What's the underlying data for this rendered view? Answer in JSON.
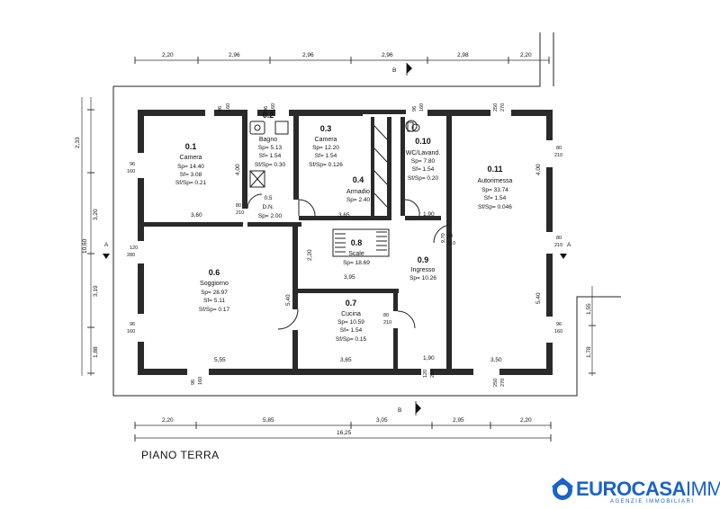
{
  "plan_title": "PIANO TERRA",
  "section_markers": {
    "b": "B",
    "a": "A"
  },
  "top_dimensions": [
    "2,20",
    "2,96",
    "2,96",
    "2,96",
    "2,98",
    "2,20"
  ],
  "bottom_dimensions": [
    "2,20",
    "5,85",
    "3,05",
    "2,95",
    "2,20"
  ],
  "bottom_total": "16,25",
  "left_dimensions": [
    "2,33",
    "3,20",
    "3,19",
    "1,88"
  ],
  "left_total": "10,60",
  "right_dimensions": [
    "1,55",
    "1,78"
  ],
  "rooms": {
    "r01": {
      "id": "0.1",
      "name": "Camera",
      "sp": "Sp= 14.40",
      "sf": "Sf= 3.08",
      "ratio": "Sf/Sp= 0.21"
    },
    "r02": {
      "id": "0.2",
      "name": "Bagno",
      "sp": "Sp= 5.13",
      "sf": "Sf= 1.54",
      "ratio": "Sf/Sp= 0.30"
    },
    "r03": {
      "id": "0.3",
      "name": "Camera",
      "sp": "Sp= 12.20",
      "sf": "Sf= 1.54",
      "ratio": "Sf/Sp= 0.126"
    },
    "r04": {
      "id": "0.4",
      "name": "Armadio",
      "sp": "Sp= 2.40"
    },
    "r05": {
      "id": "0.5",
      "name": "D.N.",
      "sp": "Sp= 2.00"
    },
    "r06": {
      "id": "0.6",
      "name": "Soggiorno",
      "sp": "Sp= 28.97",
      "sf": "Sf= 5.11",
      "ratio": "Sf/Sp= 0.17"
    },
    "r07": {
      "id": "0.7",
      "name": "Cucina",
      "sp": "Sp= 10.59",
      "sf": "Sf= 1.54",
      "ratio": "Sf/Sp= 0.15"
    },
    "r08": {
      "id": "0.8",
      "name": "Scale",
      "sp": "Sp= 18.69"
    },
    "r09": {
      "id": "0.9",
      "name": "Ingresso",
      "sp": "Sp= 10.26"
    },
    "r10": {
      "id": "0.10",
      "name": "WC/Lavand.",
      "sp": "Sp= 7.80",
      "sf": "Sf= 1.54",
      "ratio": "Sf/Sp= 0.20"
    },
    "r11": {
      "id": "0.11",
      "name": "Autorimessa",
      "sp": "Sp= 33.74",
      "sf": "Sf= 1.54",
      "ratio": "Sf/Sp= 0.046"
    }
  },
  "inner_dimensions": {
    "d360": "3,60",
    "d365a": "3,65",
    "d190a": "1,90",
    "d220": "2,20",
    "d395": "3,95",
    "d540a": "5,40",
    "d540b": "5,40",
    "d555": "5,55",
    "d365b": "3,65",
    "d190b": "1,90",
    "d350": "3,50",
    "d400a": "4,00",
    "d400b": "4,00",
    "d970": "9,70"
  },
  "openings": {
    "w96_160a": "96",
    "w96_160a2": "160",
    "w80_210": "80",
    "w80_210b": "210",
    "w120": "120",
    "w280": "280",
    "w250": "250",
    "w270": "270"
  },
  "logo": {
    "brand": "EUROCASA",
    "suffix": "IMM",
    "tagline": "AGENZIE IMMOBILIARI"
  },
  "colors": {
    "brand_blue": "#1a63c9",
    "wall": "#2a2a2a"
  }
}
